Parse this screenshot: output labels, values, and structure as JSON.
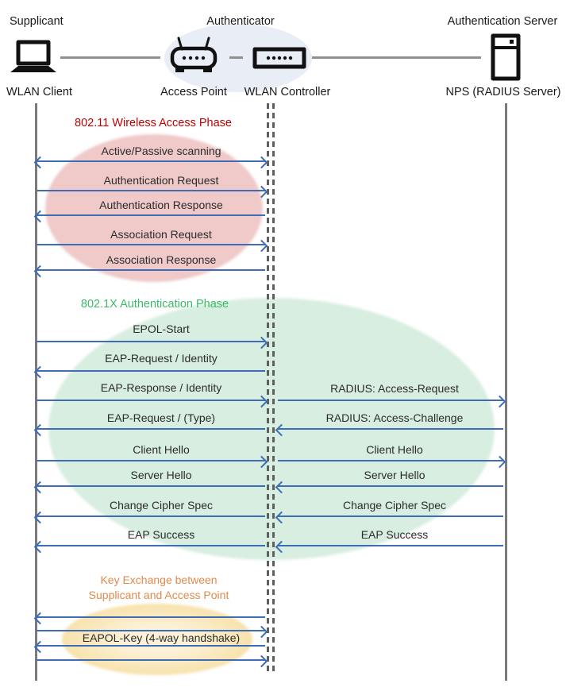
{
  "topology": {
    "supplicant": {
      "role": "Supplicant",
      "device": "WLAN Client",
      "icon": "laptop-icon"
    },
    "authenticator": {
      "role": "Authenticator",
      "ap_label": "Access Point",
      "ap_icon": "access-point-icon",
      "controller_label": "WLAN Controller",
      "controller_icon": "wlan-controller-icon"
    },
    "server": {
      "role": "Authentication Server",
      "device": "NPS (RADIUS Server)",
      "icon": "server-icon"
    }
  },
  "phases": {
    "wireless": {
      "title": "802.11 Wireless Access Phase",
      "color": "#C00000",
      "fill": "#F0C9C9"
    },
    "dot1x": {
      "title": "802.1X Authentication Phase",
      "color": "#3BBA68",
      "fill": "#D8EEE1"
    },
    "key_exchange": {
      "title_line1": "Key Exchange between",
      "title_line2": "Supplicant and Access Point",
      "color": "#E2894B",
      "fill": "#F8E2AC"
    }
  },
  "messages": {
    "scanning": "Active/Passive scanning",
    "auth_request": "Authentication Request",
    "auth_response": "Authentication Response",
    "assoc_request": "Association Request",
    "assoc_response": "Association Response",
    "epol_start": "EPOL-Start",
    "eap_request_identity": "EAP-Request / Identity",
    "eap_response_identity": "EAP-Response / Identity",
    "radius_access_request": "RADIUS: Access-Request",
    "eap_request_type": "EAP-Request / (Type)",
    "radius_access_challenge": "RADIUS: Access-Challenge",
    "client_hello_left": "Client Hello",
    "client_hello_right": "Client Hello",
    "server_hello_left": "Server Hello",
    "server_hello_right": "Server Hello",
    "change_cipher_left": "Change Cipher Spec",
    "change_cipher_right": "Change Cipher Spec",
    "eap_success_left": "EAP Success",
    "eap_success_right": "EAP Success",
    "eapol_key": "EAPOL-Key (4-way handshake)"
  },
  "palette": {
    "arrow_blue": "#3E6DB5",
    "lifeline_gray": "#7a7a7a",
    "authenticator_ellipse": "#E9EDF6"
  }
}
